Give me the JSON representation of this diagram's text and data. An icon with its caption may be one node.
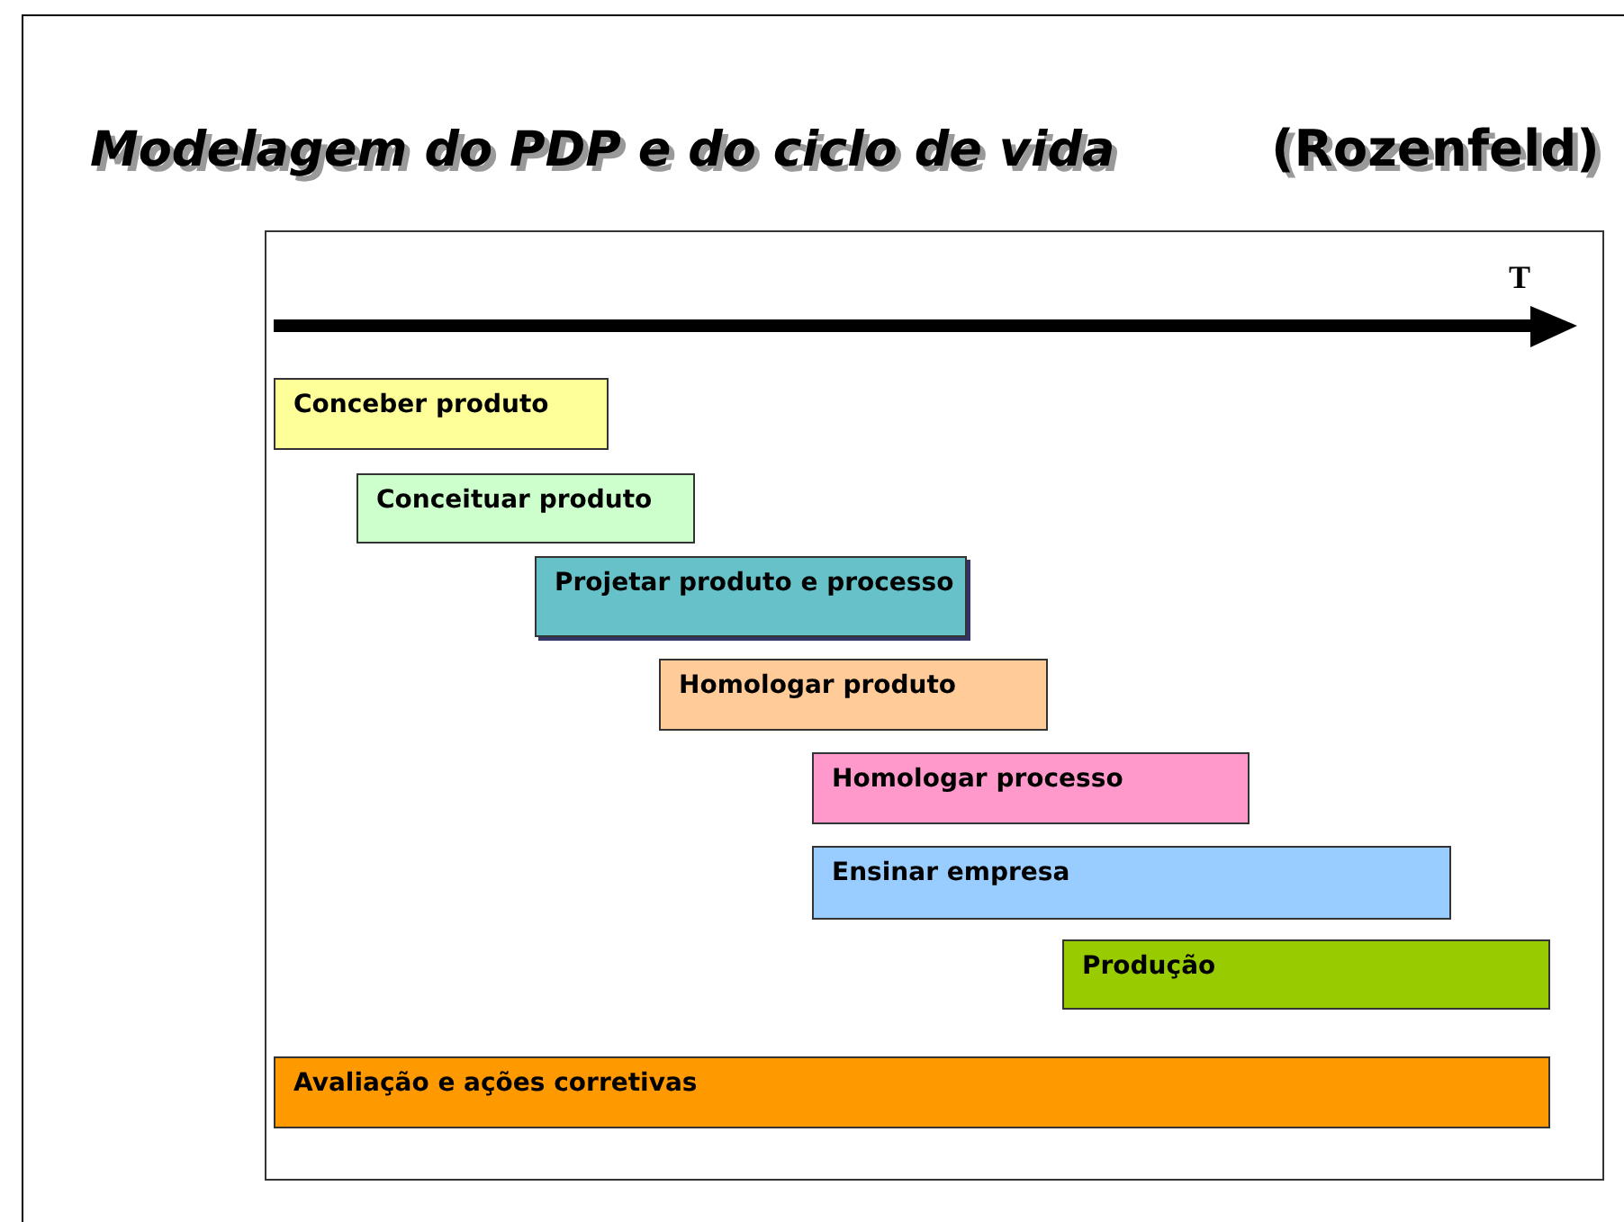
{
  "diagram": {
    "title": "Modelagem do PDP e do ciclo de vida",
    "nodes": [
      {
        "text": [
          "Conceber produto"
        ]
      },
      {
        "text": [
          "Conceituar produto"
        ]
      },
      {
        "text": [
          "Projetar produto e processo"
        ]
      },
      {
        "text": [
          "Homologar produto"
        ]
      },
      {
        "text": [
          "Homologar processo"
        ]
      },
      {
        "text": [
          "Ensinar empresa"
        ]
      },
      {
        "text": [
          "Produção"
        ]
      },
      {
        "text": [
          "Avaliação e ações corretivas"
        ]
      }
    ],
    "labels": [
      "(Rozenfeld)",
      "T"
    ]
  }
}
